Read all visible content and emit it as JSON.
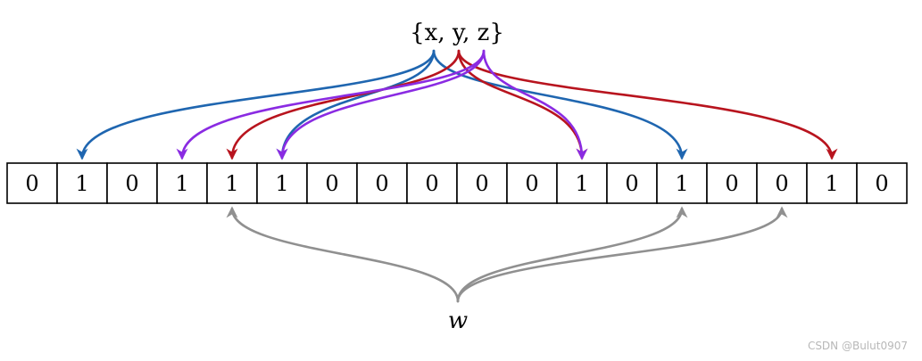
{
  "set_label": "{x, y, z}",
  "query_label": "w",
  "bits": [
    "0",
    "1",
    "0",
    "1",
    "1",
    "1",
    "0",
    "0",
    "0",
    "0",
    "0",
    "1",
    "0",
    "1",
    "0",
    "0",
    "1",
    "0"
  ],
  "mappings": [
    {
      "element": "x",
      "color": "#1f66b0",
      "targets": [
        1,
        5,
        13
      ]
    },
    {
      "element": "y",
      "color": "#b8141e",
      "targets": [
        4,
        11,
        16
      ]
    },
    {
      "element": "z",
      "color": "#8a2be2",
      "targets": [
        3,
        5,
        11
      ]
    },
    {
      "element": "w",
      "color": "#909090",
      "targets": [
        4,
        13,
        15
      ]
    }
  ],
  "watermark": "CSDN @Bulut0907"
}
